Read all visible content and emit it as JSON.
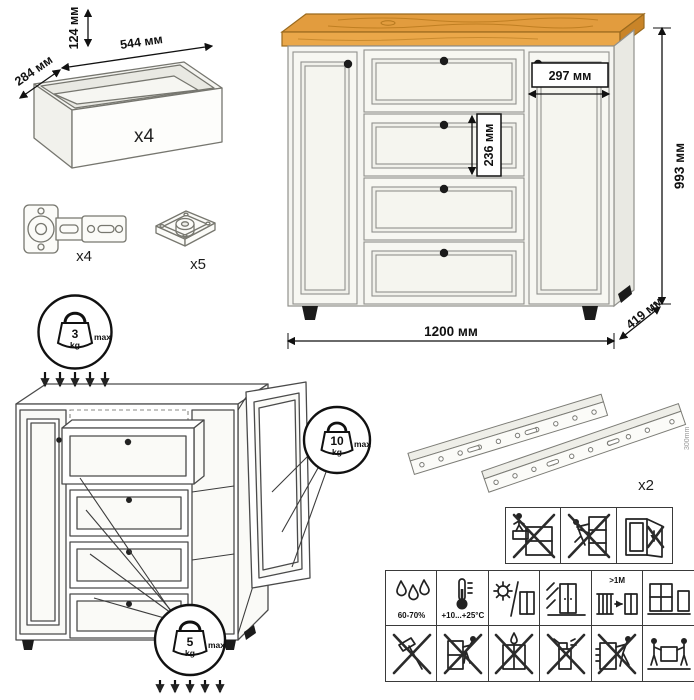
{
  "colors": {
    "wood": "#e29c3e",
    "wood_dark": "#9a6a1e",
    "body": "#f5f5f1",
    "outline": "#91918d",
    "ink": "#111111"
  },
  "drawer_box": {
    "height": "124 мм",
    "width": "544 мм",
    "depth": "284 мм",
    "count": "x4"
  },
  "hinge": {
    "count": "x4"
  },
  "foot": {
    "count": "x5"
  },
  "dresser": {
    "width": "1200 мм",
    "height": "993 мм",
    "depth": "419 мм",
    "door_width": "297 мм",
    "drawer_front_height": "236 мм"
  },
  "load": {
    "top": {
      "value": "3",
      "unit": "kg",
      "label": "max"
    },
    "door": {
      "value": "10",
      "unit": "kg",
      "label": "max"
    },
    "drawers": {
      "value": "5",
      "unit": "kg",
      "label": "max"
    }
  },
  "slides": {
    "count": "x2",
    "length": "300mm"
  },
  "care": {
    "humidity": "60-70%",
    "temperature": "+10...+25°C",
    "distance": ">1M"
  }
}
